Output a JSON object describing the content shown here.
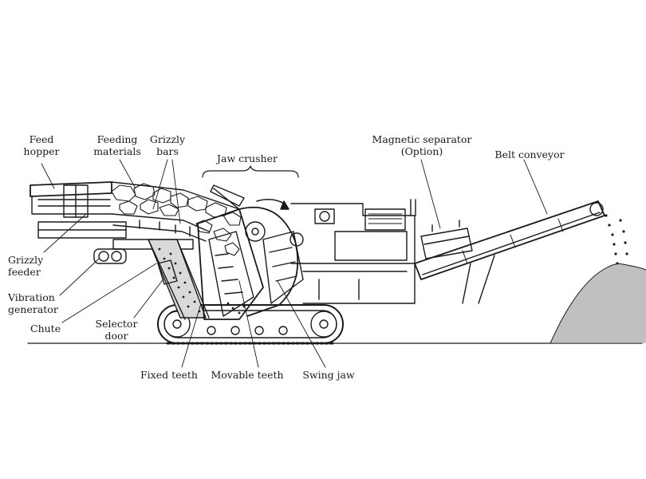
{
  "labels": {
    "feed_hopper": [
      "Feed",
      "hopper"
    ],
    "feeding_materials": [
      "Feeding",
      "materials"
    ],
    "grizzly_bars": [
      "Grizzly",
      "bars"
    ],
    "jaw_crusher": "Jaw crusher",
    "magnetic_separator": [
      "Magnetic separator",
      "(Option)"
    ],
    "belt_conveyor": "Belt conveyor",
    "grizzly_feeder": [
      "Grizzly",
      "feeder"
    ],
    "vibration_generator": [
      "Vibration",
      "generator"
    ],
    "chute": "Chute",
    "selector_door": [
      "Selector",
      "door"
    ],
    "fixed_teeth": "Fixed teeth",
    "movable_teeth": "Movable teeth",
    "swing_jaw": "Swing jaw"
  },
  "colors": {
    "ink": "#1a1a1a",
    "paper": "#ffffff",
    "shade": "#d9d9d9",
    "pile": "#8c8c8c"
  }
}
